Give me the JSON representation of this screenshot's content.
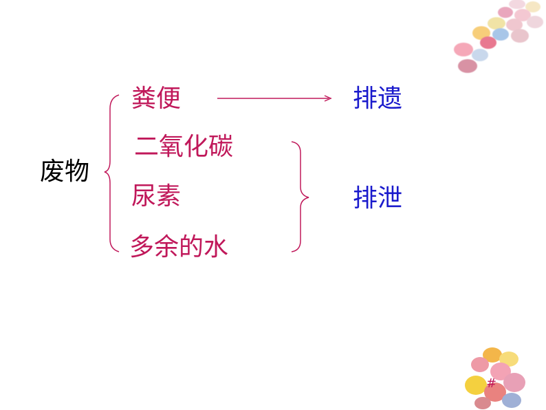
{
  "root": {
    "label": "废物"
  },
  "items": [
    {
      "label": "粪便"
    },
    {
      "label": "二氧化碳"
    },
    {
      "label": "尿素"
    },
    {
      "label": "多余的水"
    }
  ],
  "outputs": {
    "egestion": "排遗",
    "excretion": "排泄"
  },
  "slide_number": "#",
  "colors": {
    "root_text": "#000000",
    "item_text": "#C0185A",
    "output_text": "#1A1ACC",
    "connector": "#C0185A"
  }
}
